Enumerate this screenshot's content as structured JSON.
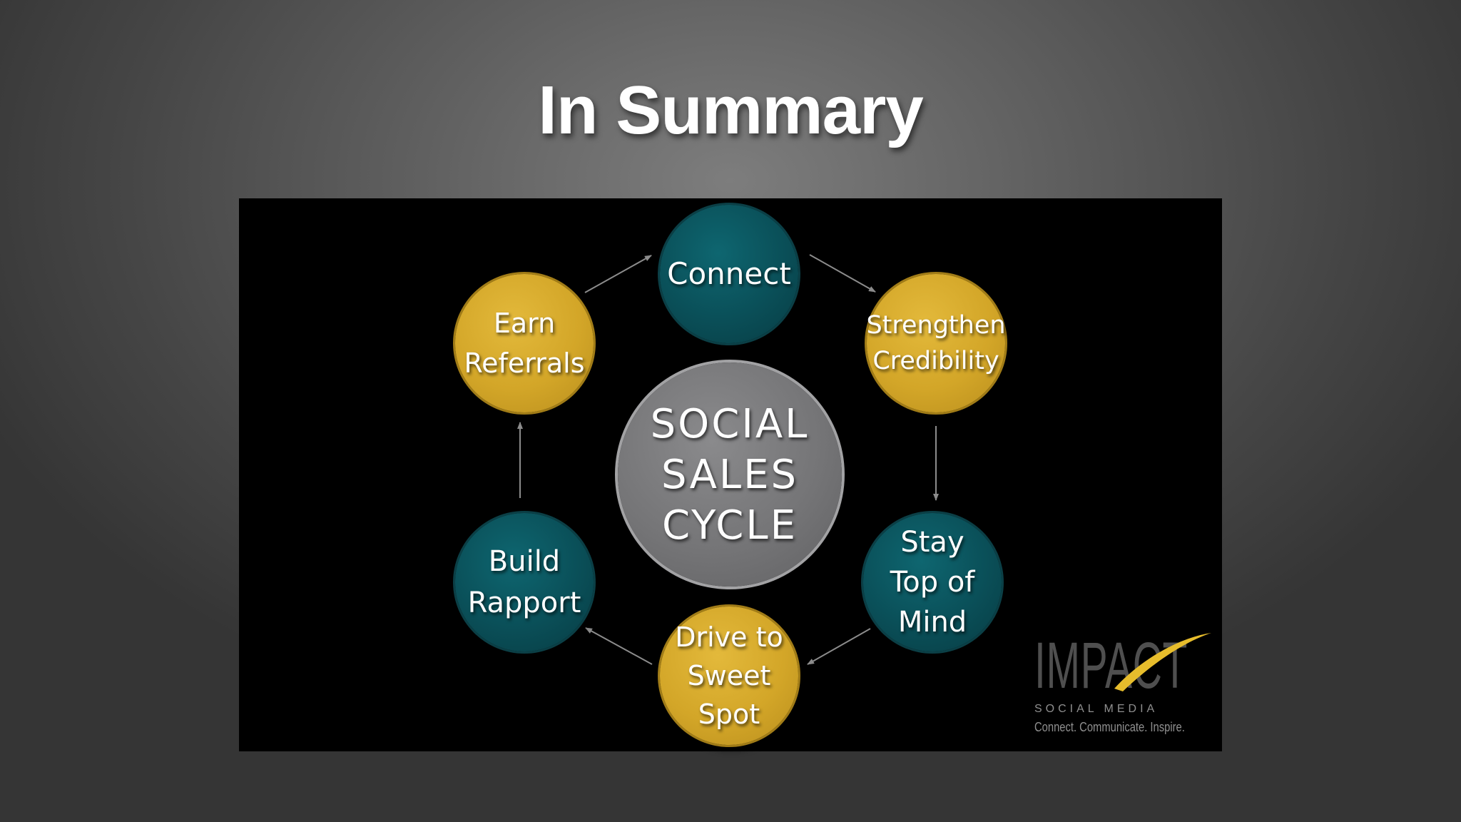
{
  "slide": {
    "title": "In Summary"
  },
  "diagram": {
    "center": "SOCIAL\nSALES\nCYCLE",
    "nodes": [
      {
        "id": "connect",
        "label": "Connect",
        "color": "teal"
      },
      {
        "id": "strengthen-credibility",
        "label": "Strengthen\nCredibility",
        "color": "gold"
      },
      {
        "id": "stay-top-of-mind",
        "label": "Stay\nTop of\nMind",
        "color": "teal"
      },
      {
        "id": "drive-to-sweet-spot",
        "label": "Drive to\nSweet\nSpot",
        "color": "gold"
      },
      {
        "id": "build-rapport",
        "label": "Build\nRapport",
        "color": "teal"
      },
      {
        "id": "earn-referrals",
        "label": "Earn\nReferrals",
        "color": "gold"
      }
    ],
    "edges": [
      {
        "from": "connect",
        "to": "strengthen-credibility"
      },
      {
        "from": "strengthen-credibility",
        "to": "stay-top-of-mind"
      },
      {
        "from": "stay-top-of-mind",
        "to": "drive-to-sweet-spot"
      },
      {
        "from": "drive-to-sweet-spot",
        "to": "build-rapport"
      },
      {
        "from": "build-rapport",
        "to": "earn-referrals"
      },
      {
        "from": "earn-referrals",
        "to": "connect"
      }
    ],
    "colors": {
      "teal": "#0a4f58",
      "gold": "#d3a628",
      "center": "#757577",
      "arrow": "#8c8c8c"
    }
  },
  "logo": {
    "word": "IMPACT",
    "subtitle": "SOCIAL MEDIA",
    "tagline": "Connect. Communicate. Inspire.",
    "accent_color": "#e7bd2c"
  }
}
